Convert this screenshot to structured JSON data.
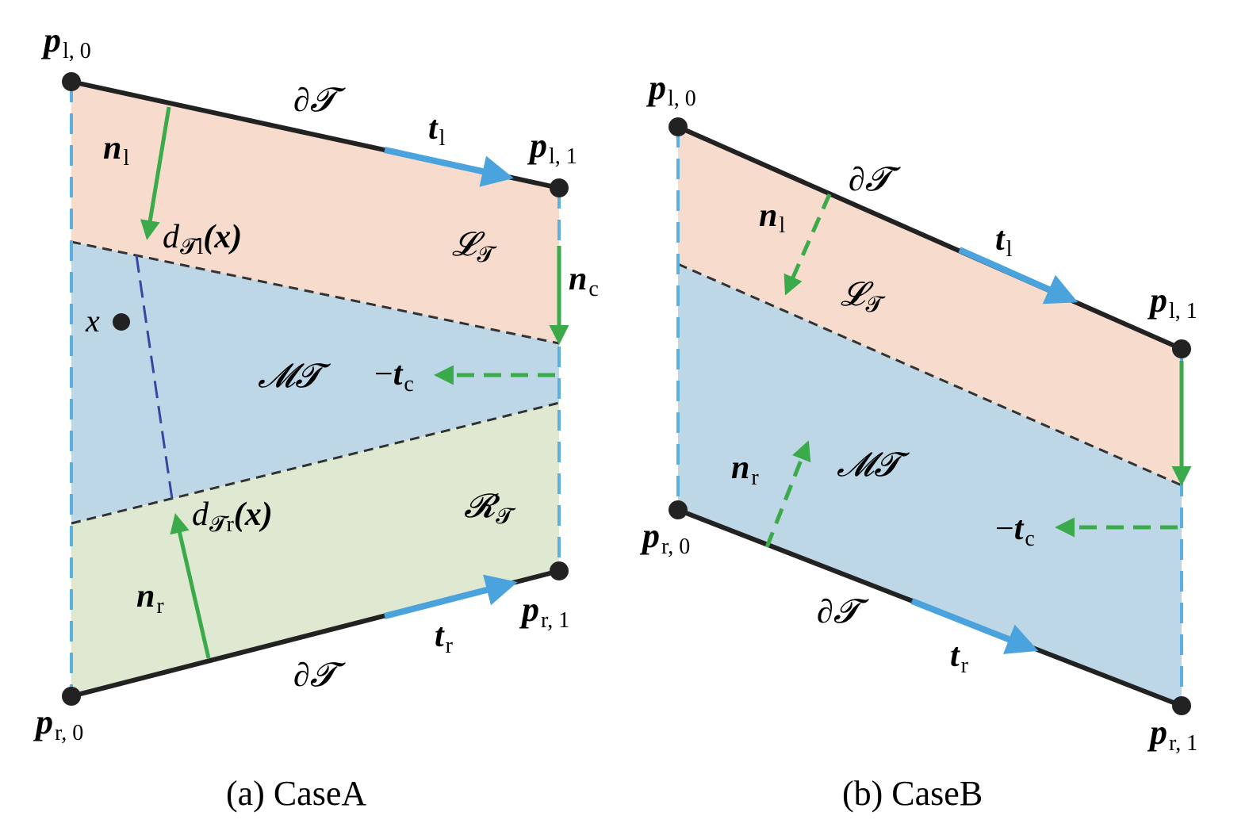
{
  "colors": {
    "left_region": "#f7dccd",
    "middle_region": "#bdd7e7",
    "right_region": "#dfe8d0",
    "boundary": "#222222",
    "tangent_arrow": "#4aa3dc",
    "normal_arrow": "#3aaa4a",
    "side_dashed": "#5ab0de",
    "distance_line": "#3a45a0",
    "divider_dashed": "#333333"
  },
  "panel_a": {
    "caption": "(a) CaseA",
    "p_l0": {
      "base": "p",
      "sub": "l, 0"
    },
    "p_l1": {
      "base": "p",
      "sub": "l, 1"
    },
    "p_r0": {
      "base": "p",
      "sub": "r, 0"
    },
    "p_r1": {
      "base": "p",
      "sub": "r, 1"
    },
    "boundary_top": "∂𝓣",
    "boundary_bottom": "∂𝓣",
    "t_l": {
      "base": "t",
      "sub": "l"
    },
    "t_r": {
      "base": "t",
      "sub": "r"
    },
    "n_l": {
      "base": "n",
      "sub": "l"
    },
    "n_r": {
      "base": "n",
      "sub": "r"
    },
    "n_c": {
      "base": "n",
      "sub": "c"
    },
    "neg_t_c": {
      "prefix": "−",
      "base": "t",
      "sub": "c"
    },
    "L_T": {
      "base": "𝓛",
      "sub": "𝓣"
    },
    "M_T": "𝓜𝓣",
    "R_T": {
      "base": "𝓡",
      "sub": "𝓣"
    },
    "x_label": "x",
    "d_Tl": {
      "base": "d",
      "sub": "𝓣l",
      "arg": "(x)"
    },
    "d_Tr": {
      "base": "d",
      "sub": "𝓣r",
      "arg": "(x)"
    }
  },
  "panel_b": {
    "caption": "(b) CaseB",
    "p_l0": {
      "base": "p",
      "sub": "l, 0"
    },
    "p_l1": {
      "base": "p",
      "sub": "l, 1"
    },
    "p_r0": {
      "base": "p",
      "sub": "r, 0"
    },
    "p_r1": {
      "base": "p",
      "sub": "r, 1"
    },
    "boundary_top": "∂𝓣",
    "boundary_bottom": "∂𝓣",
    "t_l": {
      "base": "t",
      "sub": "l"
    },
    "t_r": {
      "base": "t",
      "sub": "r"
    },
    "n_l": {
      "base": "n",
      "sub": "l"
    },
    "n_r": {
      "base": "n",
      "sub": "r"
    },
    "neg_t_c": {
      "prefix": "−",
      "base": "t",
      "sub": "c"
    },
    "L_T": {
      "base": "𝓛",
      "sub": "𝓣"
    },
    "M_T": "𝓜𝓣"
  }
}
